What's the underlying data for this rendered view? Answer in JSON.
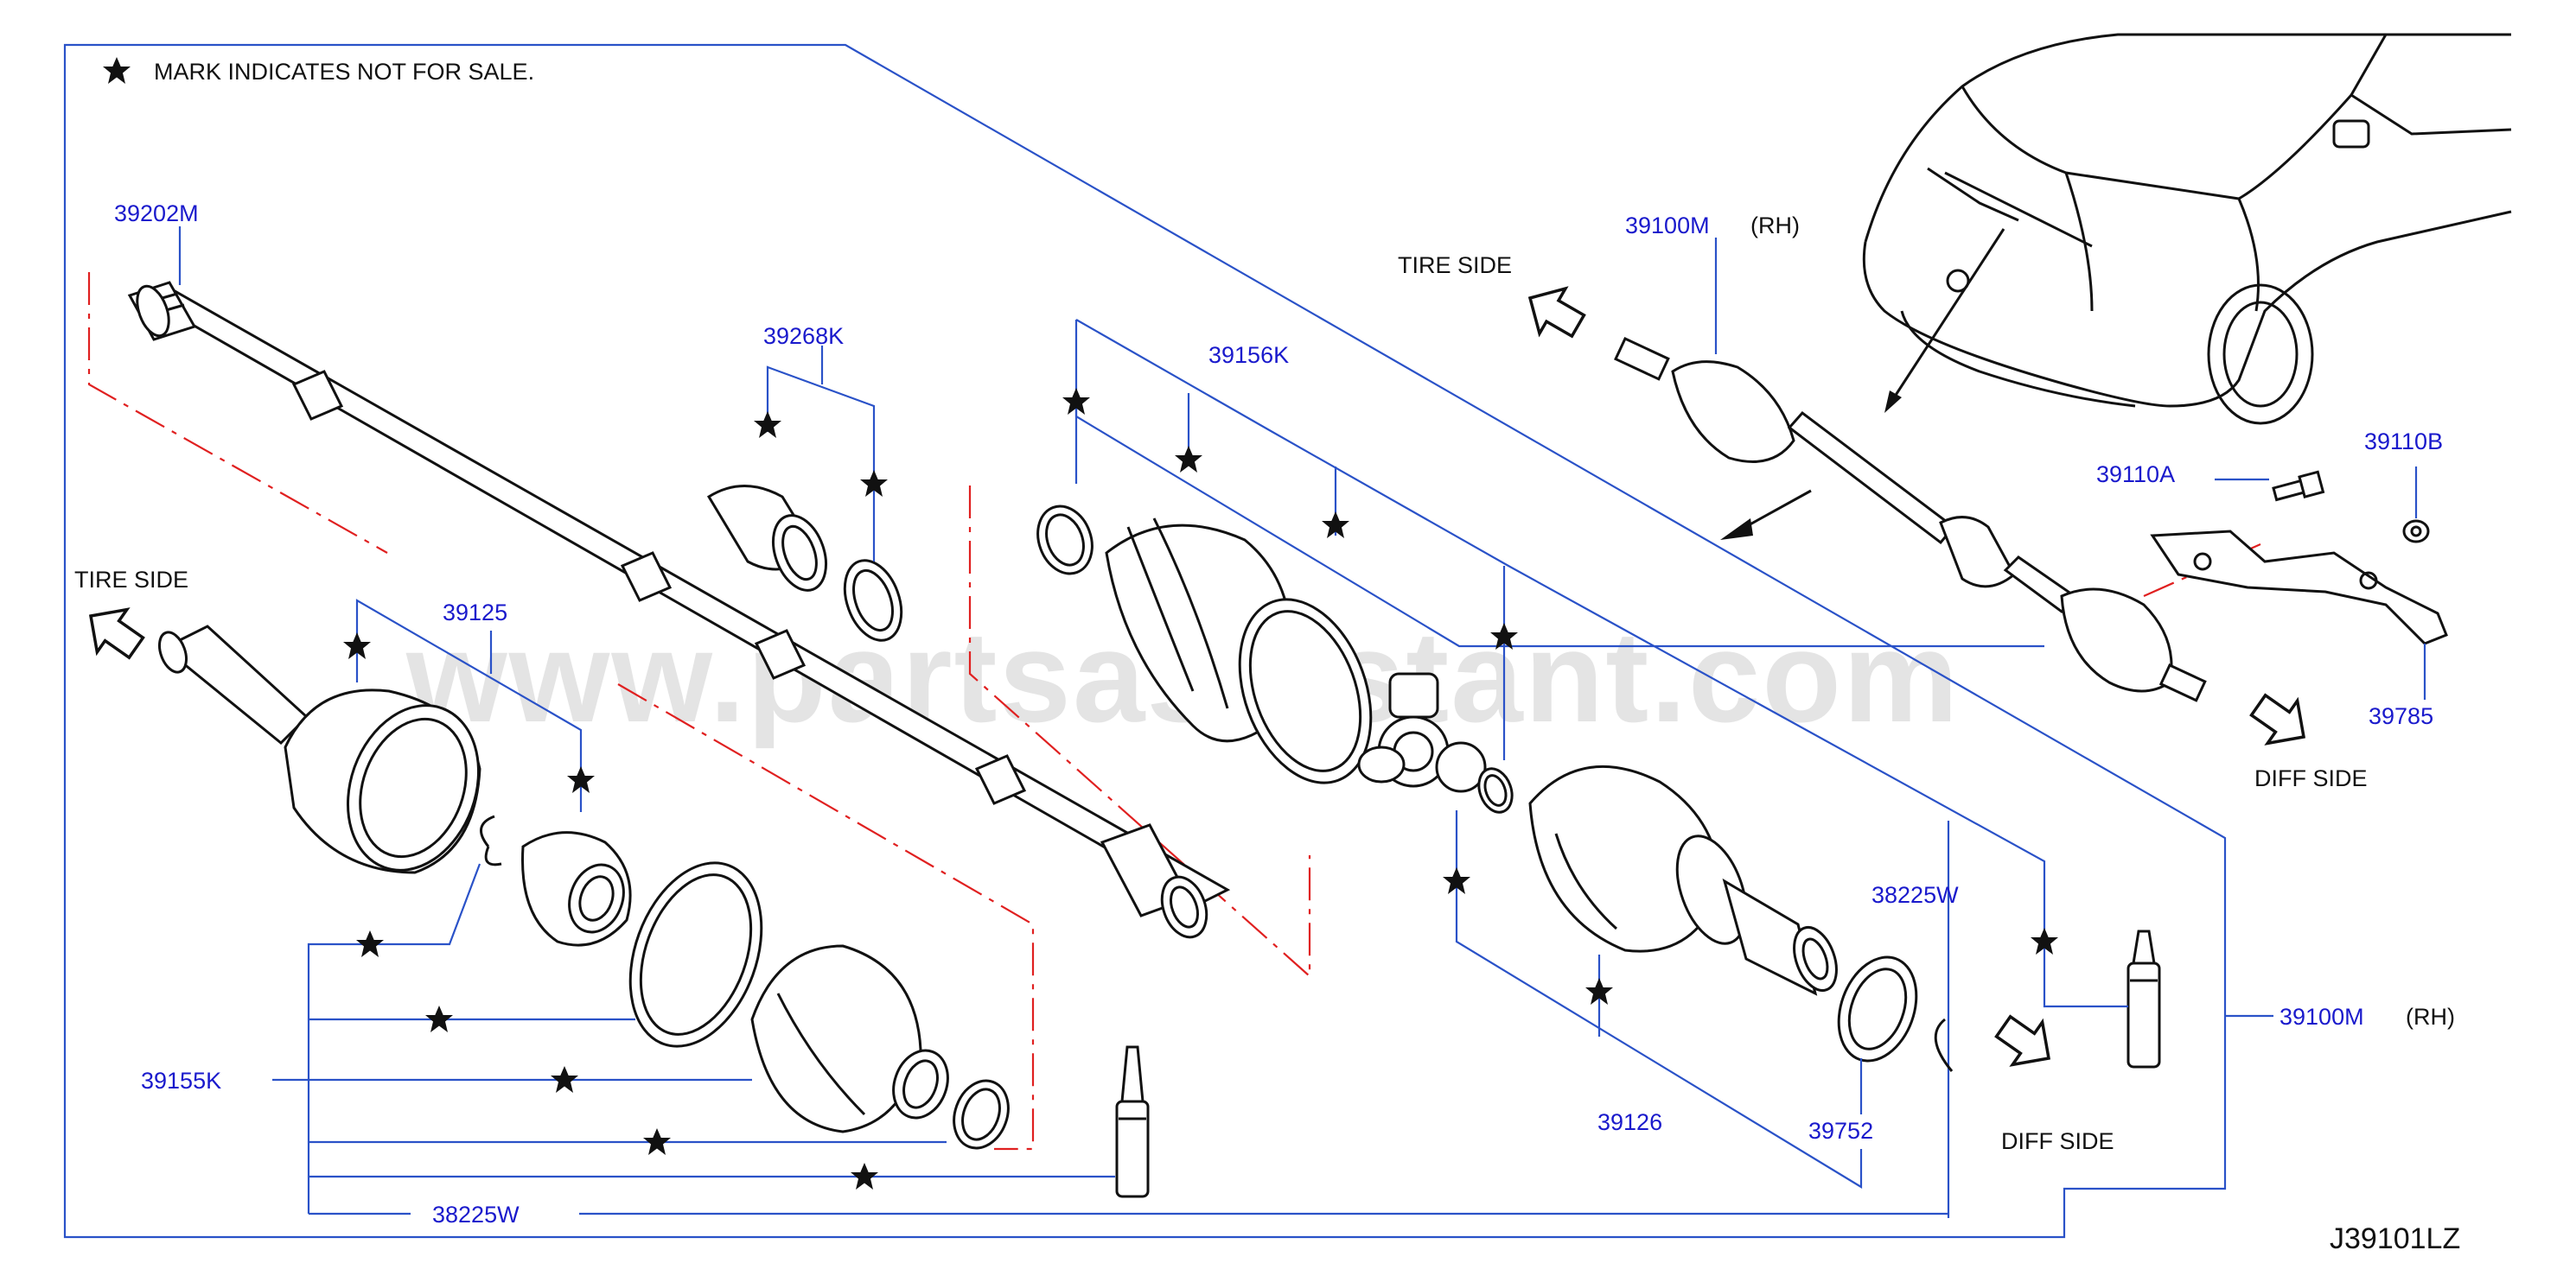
{
  "note": {
    "star": "★",
    "text": "MARK   INDICATES   NOT   FOR   SALE."
  },
  "watermark": "www.partsassistant.com",
  "diagram_code": "J39101LZ",
  "direction_labels": {
    "tire_side_top": "TIRE   SIDE",
    "tire_side_left": "TIRE   SIDE",
    "diff_side_right": "DIFF   SIDE",
    "diff_side_bottom": "DIFF   SIDE"
  },
  "part_numbers": {
    "p39202M": "39202M",
    "p39268K": "39268K",
    "p39156K": "39156K",
    "p39100M_top": "39100M",
    "p39100M_top_side": "(RH)",
    "p39110A": "39110A",
    "p39110B": "39110B",
    "p39785": "39785",
    "p39125": "39125",
    "p39155K": "39155K",
    "p38225W_bottom": "38225W",
    "p38225W_right": "38225W",
    "p39126": "39126",
    "p39752": "39752",
    "p39100M_right": "39100M",
    "p39100M_right_side": "(RH)"
  },
  "colors": {
    "label": "#1a1acc",
    "leader": "#2a52c8",
    "phantom": "#e02020",
    "ink": "#111111"
  }
}
